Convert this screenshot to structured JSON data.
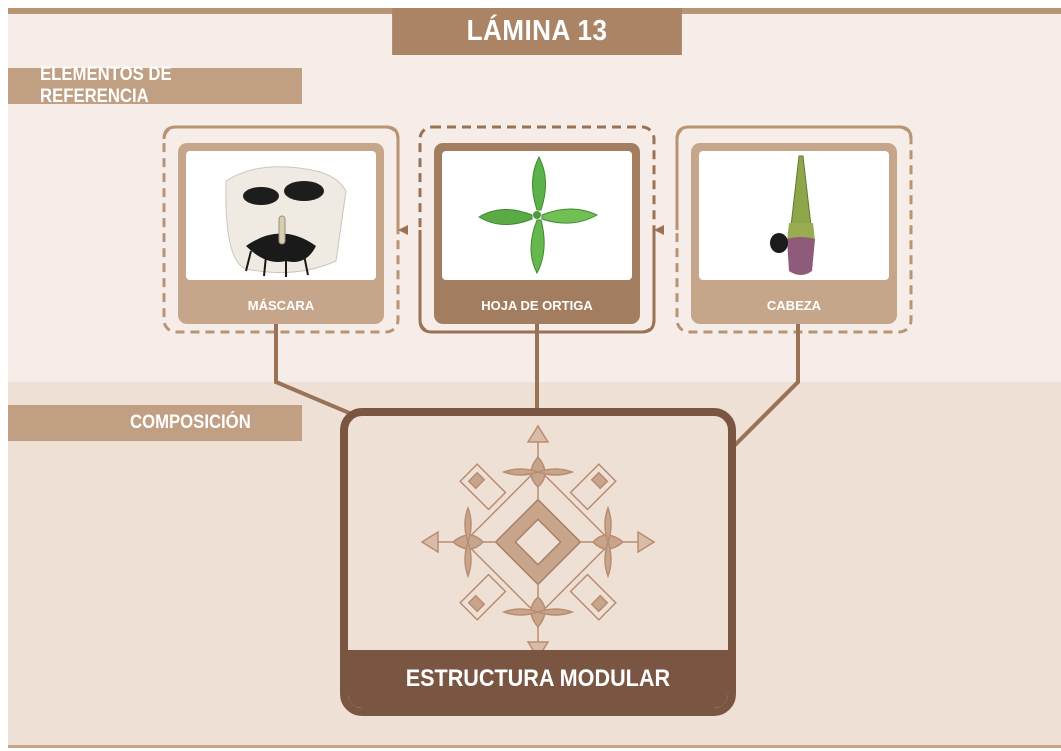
{
  "title": "LÁMINA 13",
  "sections": {
    "reference": "ELEMENTOS DE REFERENCIA",
    "composition": "COMPOSICIÓN"
  },
  "reference_elements": [
    {
      "label": "MÁSCARA",
      "image": "mask-photo"
    },
    {
      "label": "HOJA DE ORTIGA",
      "image": "nettle-leaf-photo"
    },
    {
      "label": "CABEZA",
      "image": "head-figure-photo"
    }
  ],
  "composition": {
    "label": "ESTRUCTURA MODULAR",
    "image": "modular-structure-motif"
  },
  "colors": {
    "background_top": "#f7ede8",
    "background_bottom": "#efe0d6",
    "accent_light": "#c6a68a",
    "accent_mid": "#a37d60",
    "accent_dark": "#7a5642",
    "connector": "#9a7356",
    "motif": "#b88d72"
  }
}
